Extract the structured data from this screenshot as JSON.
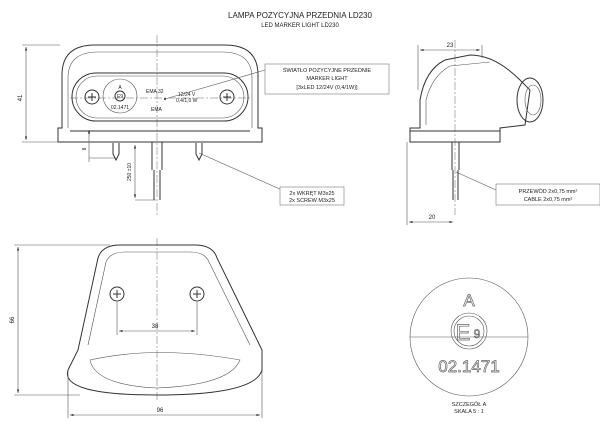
{
  "title": {
    "main": "LAMPA POZYCYJNA PRZEDNIA LD230",
    "sub": "LED MARKER LIGHT LD230"
  },
  "front_view": {
    "marking": {
      "letter": "A",
      "approval": "E9",
      "number": "02.1471"
    },
    "ema32": "EMA 32",
    "ema": "EMA",
    "voltage": "12/24 V",
    "power": "0,4/1,0 W",
    "dim_height": "41",
    "dim_screw": "8",
    "dim_cable": "250 ±10",
    "light_callout": [
      "ŚWIATŁO POZYCYJNE PRZEDNIE",
      "MARKER LIGHT",
      "[3xLED 12/24V (0,4/1W)]"
    ],
    "screw_callout": [
      "2x WKRĘT M3x25",
      "2x SCREW M3x25"
    ]
  },
  "side_view": {
    "dim_top": "23",
    "dim_bottom": "20",
    "cable_callout": [
      "PRZEWÓD 2x0,75 mm²",
      "CABLE 2x0,75 mm²"
    ]
  },
  "bottom_view": {
    "dim_screws": "38",
    "dim_height": "66",
    "dim_width": "96"
  },
  "detail": {
    "letter": "A",
    "approval_e": "E",
    "approval_n": "9",
    "number": "02.1471",
    "caption": [
      "SZCZEGÓŁ A",
      "SKALA 5 : 1"
    ]
  }
}
